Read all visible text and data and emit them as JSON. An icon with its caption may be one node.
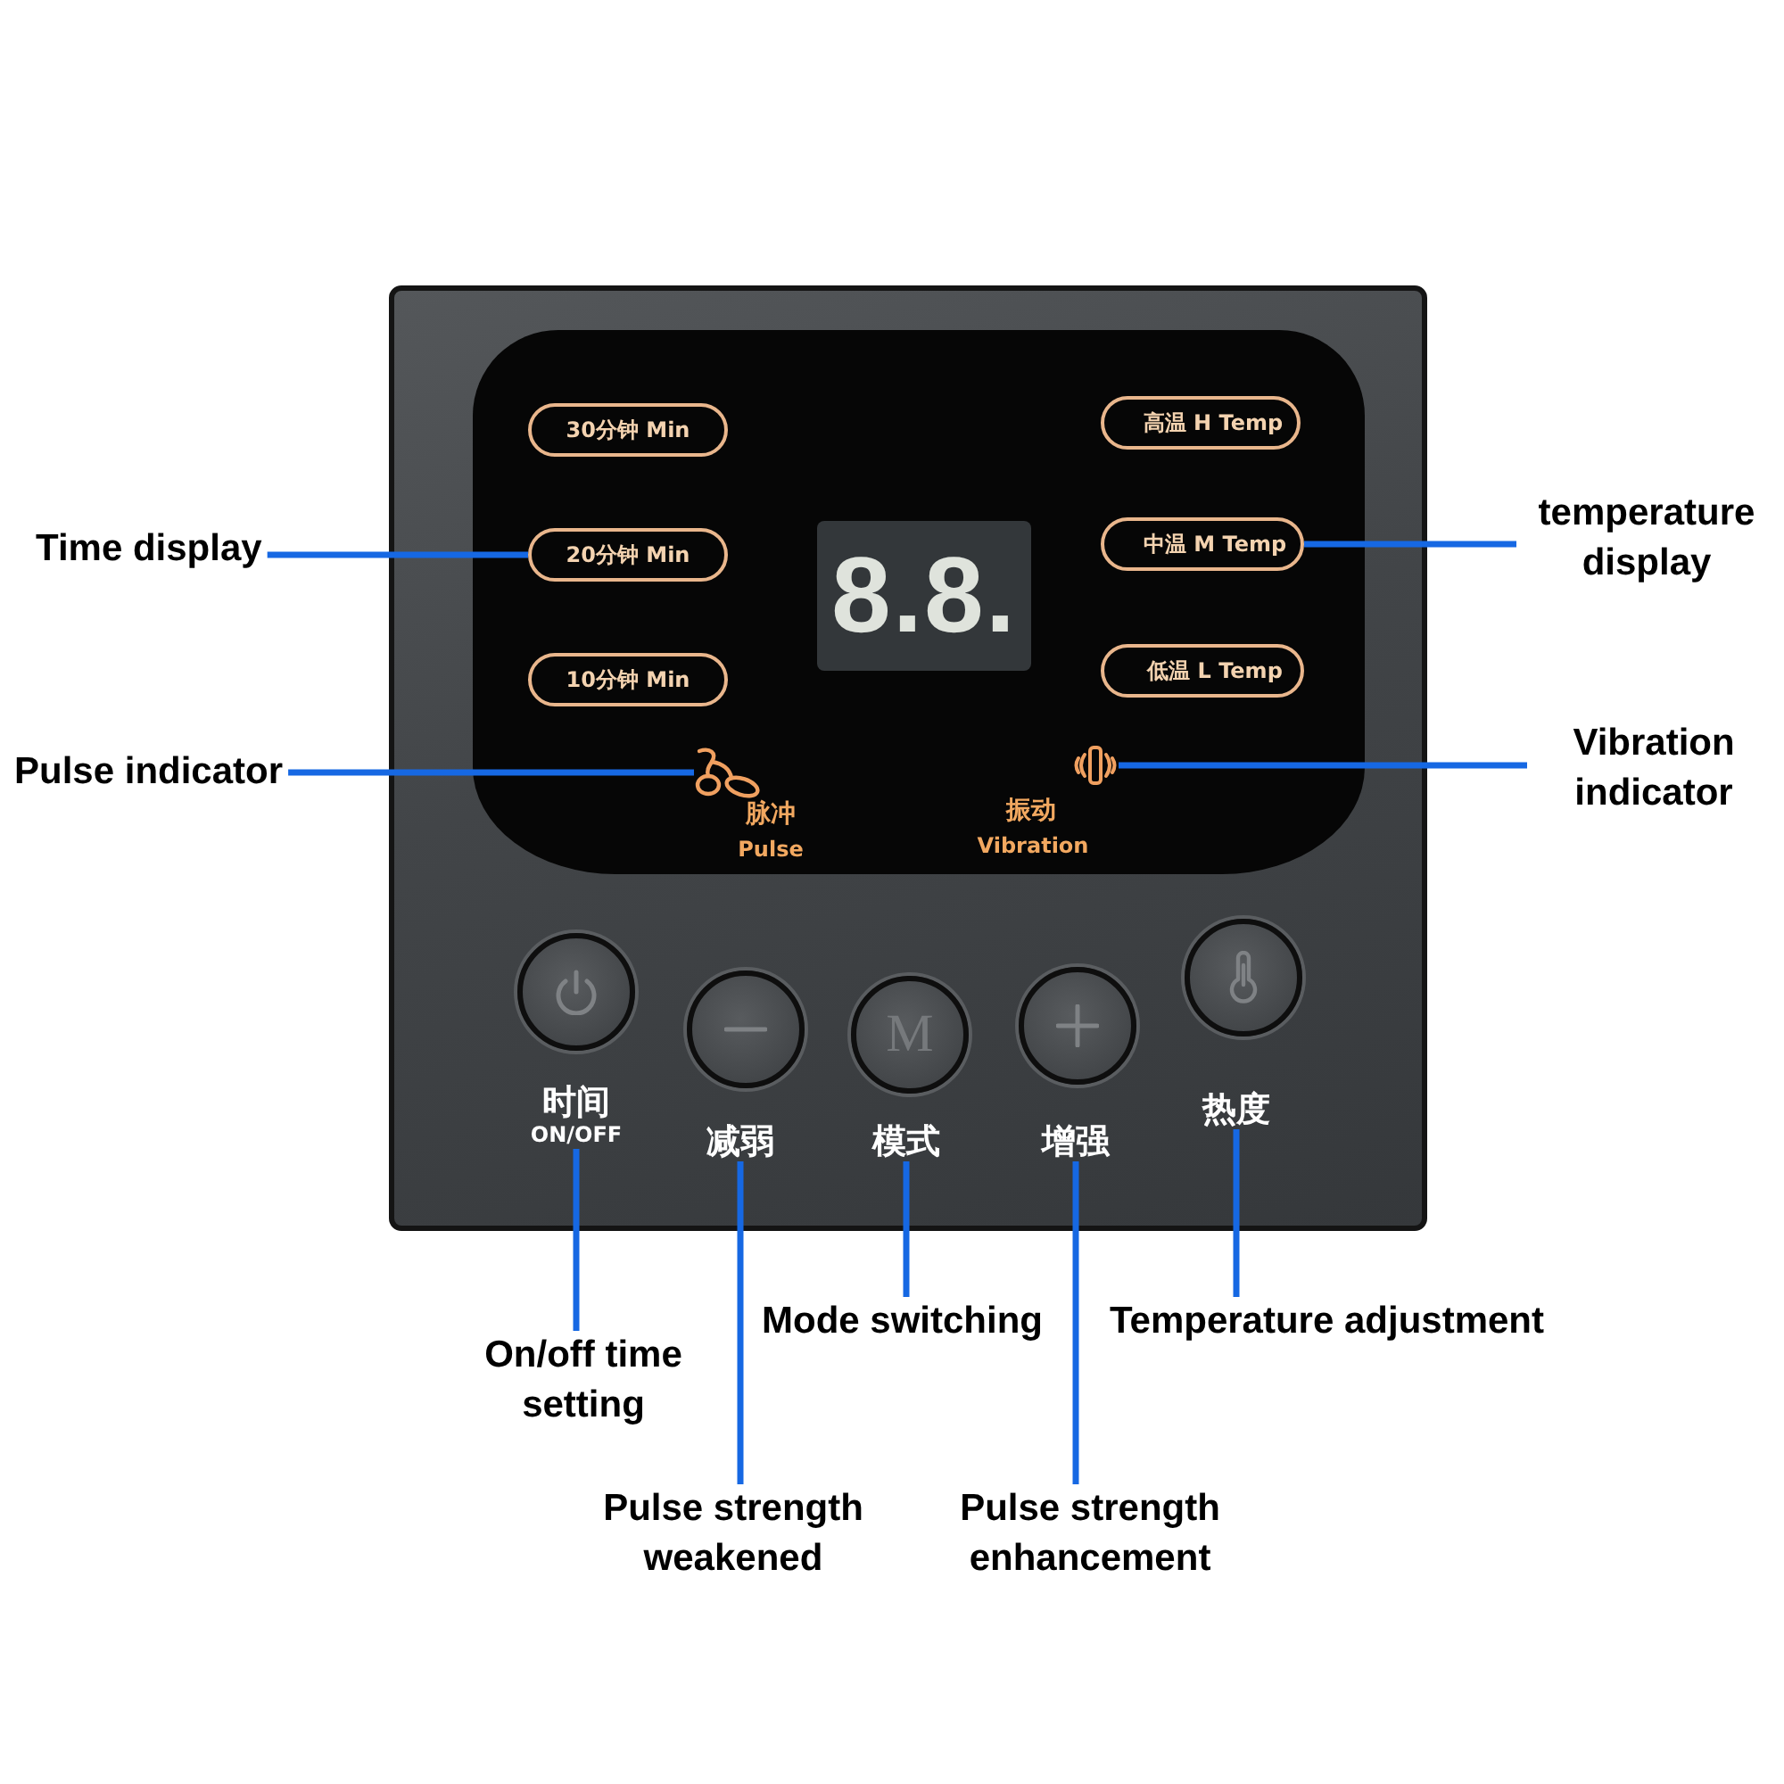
{
  "diagram": {
    "nodes": [
      {
        "text": [],
        "shape": "box"
      },
      {
        "text": [],
        "shape": "box",
        "in": 0
      },
      {
        "text": [
          "30分钟 Min"
        ],
        "in": 1
      },
      {
        "text": [
          "高温 H Temp"
        ],
        "in": 1
      },
      {
        "text": [
          "Time display"
        ]
      },
      {
        "text": [
          "20分钟 Min"
        ],
        "in": 1
      },
      {
        "text": [
          "中温 M Temp"
        ],
        "in": 1
      },
      {
        "text": [
          "temperature display"
        ]
      },
      {
        "text": [
          "10分钟 Min"
        ],
        "in": 1
      },
      {
        "text": [
          "低温 L Temp"
        ],
        "in": 1
      },
      {
        "text": [
          "Pulse indicator"
        ]
      },
      {
        "text": [],
        "shape": "picture",
        "in": 1,
        "beside": [
          "脉冲",
          "Pulse"
        ]
      },
      {
        "text": [],
        "shape": "picture",
        "in": 1,
        "beside": [
          "振动",
          "Vibration"
        ]
      },
      {
        "text": [
          "Vibration indicator"
        ]
      },
      {
        "text": [
          "时间",
          "ON/OFF"
        ],
        "in": 0
      },
      {
        "text": [
          "减弱"
        ],
        "in": 0
      },
      {
        "text": [
          "模式"
        ],
        "in": 0
      },
      {
        "text": [
          "增强"
        ],
        "in": 0
      },
      {
        "text": [
          "热度"
        ],
        "in": 0
      },
      {
        "text": [
          "Mode switching"
        ]
      },
      {
        "text": [
          "Temperature adjustment"
        ]
      },
      {
        "text": [
          "On/off time setting"
        ]
      },
      {
        "text": [
          "Pulse strength weakened"
        ]
      },
      {
        "text": [
          "Pulse strength enhancement"
        ]
      }
    ],
    "edges": [
      {
        "from": 4,
        "to": 5,
        "arrow": "none"
      },
      {
        "from": 7,
        "to": 6,
        "arrow": "none"
      },
      {
        "from": 10,
        "to": 11,
        "arrow": "none"
      },
      {
        "from": 13,
        "to": 12,
        "arrow": "none"
      },
      {
        "from": 21,
        "to": 14,
        "arrow": "none"
      },
      {
        "from": 22,
        "to": 15,
        "arrow": "none"
      },
      {
        "from": 19,
        "to": 16,
        "arrow": "none"
      },
      {
        "from": 23,
        "to": 17,
        "arrow": "none"
      },
      {
        "from": 20,
        "to": 18,
        "arrow": "none"
      }
    ],
    "labels": [
      "8.8.",
      "M"
    ]
  }
}
